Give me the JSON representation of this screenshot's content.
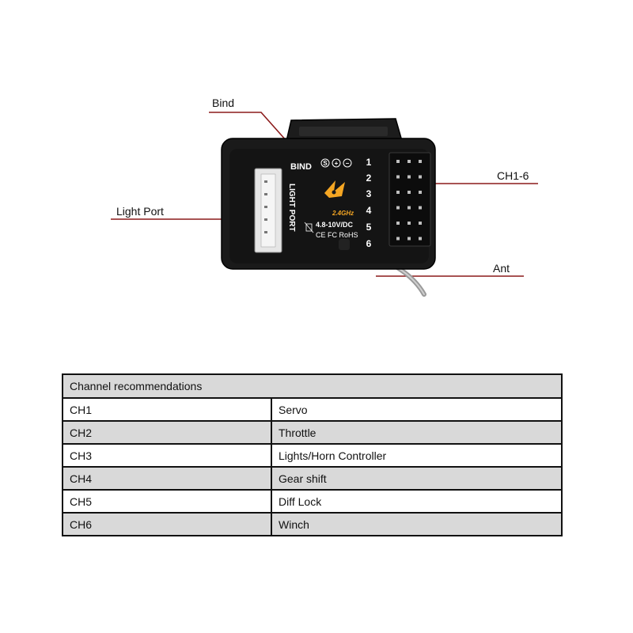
{
  "callouts": {
    "bind": "Bind",
    "light_port": "Light Port",
    "ch16": "CH1-6",
    "ant": "Ant"
  },
  "device": {
    "bind_label": "BIND",
    "light_port_label": "LIGHT PORT",
    "sign_icons": [
      "S",
      "+",
      "−"
    ],
    "channel_numbers": [
      "1",
      "2",
      "3",
      "4",
      "5",
      "6"
    ],
    "band": "2.4GHz",
    "voltage": "4.8-10V/DC",
    "certs": "CE FC RoHS",
    "accent_color": "#f5a623",
    "line_color": "#8b1a1a"
  },
  "table": {
    "header": "Channel recommendations",
    "rows": [
      {
        "channel": "CH1",
        "use": "Servo"
      },
      {
        "channel": "CH2",
        "use": "Throttle"
      },
      {
        "channel": "CH3",
        "use": "Lights/Horn Controller"
      },
      {
        "channel": "CH4",
        "use": "Gear shift"
      },
      {
        "channel": "CH5",
        "use": "Diff Lock"
      },
      {
        "channel": "CH6",
        "use": "Winch"
      }
    ]
  }
}
